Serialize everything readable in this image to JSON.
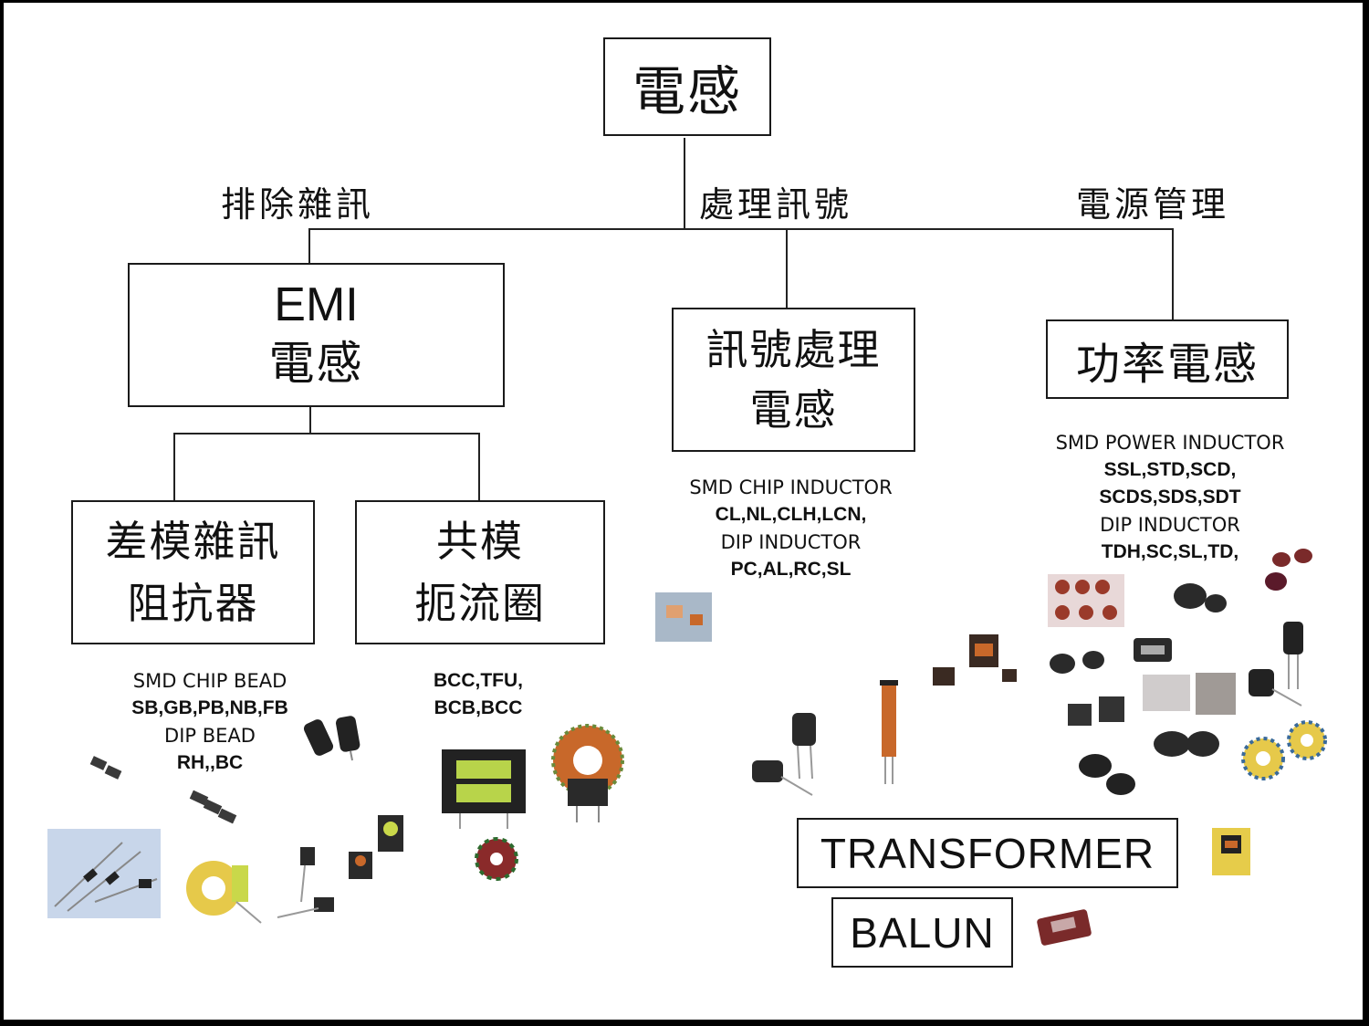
{
  "root": {
    "label": "電感"
  },
  "branches": {
    "left": "排除雜訊",
    "middle": "處理訊號",
    "right": "電源管理"
  },
  "emi_box": {
    "line1": "EMI",
    "line2": "電感"
  },
  "signal_box": {
    "line1": "訊號處理",
    "line2": "電感"
  },
  "power_box": {
    "label": "功率電感"
  },
  "diff_box": {
    "line1": "差模雜訊",
    "line2": "阻抗器"
  },
  "common_box": {
    "line1": "共模",
    "line2": "扼流圈"
  },
  "diff_caption": {
    "l1": "SMD CHIP BEAD",
    "l2": "SB,GB,PB,NB,FB",
    "l3": "DIP BEAD",
    "l4": "RH,,BC"
  },
  "common_caption": {
    "l1": "BCC,TFU,",
    "l2": "BCB,BCC"
  },
  "signal_caption": {
    "l1": "SMD CHIP INDUCTOR",
    "l2": "CL,NL,CLH,LCN,",
    "l3": "DIP INDUCTOR",
    "l4": "PC,AL,RC,SL"
  },
  "power_caption": {
    "l1": "SMD POWER INDUCTOR",
    "l2": "SSL,STD,SCD,",
    "l3": "SCDS,SDS,SDT",
    "l4": "DIP INDUCTOR",
    "l5": "TDH,SC,SL,TD,"
  },
  "transformer_box": {
    "label": "TRANSFORMER"
  },
  "balun_box": {
    "label": "BALUN"
  },
  "colors": {
    "line": "#222222",
    "ferrite": "#2a2a2a",
    "copper": "#c8682a",
    "toroid_yellow": "#e6c94a",
    "bobbin_green": "#b8d44a",
    "red_core": "#8a2a2a"
  }
}
